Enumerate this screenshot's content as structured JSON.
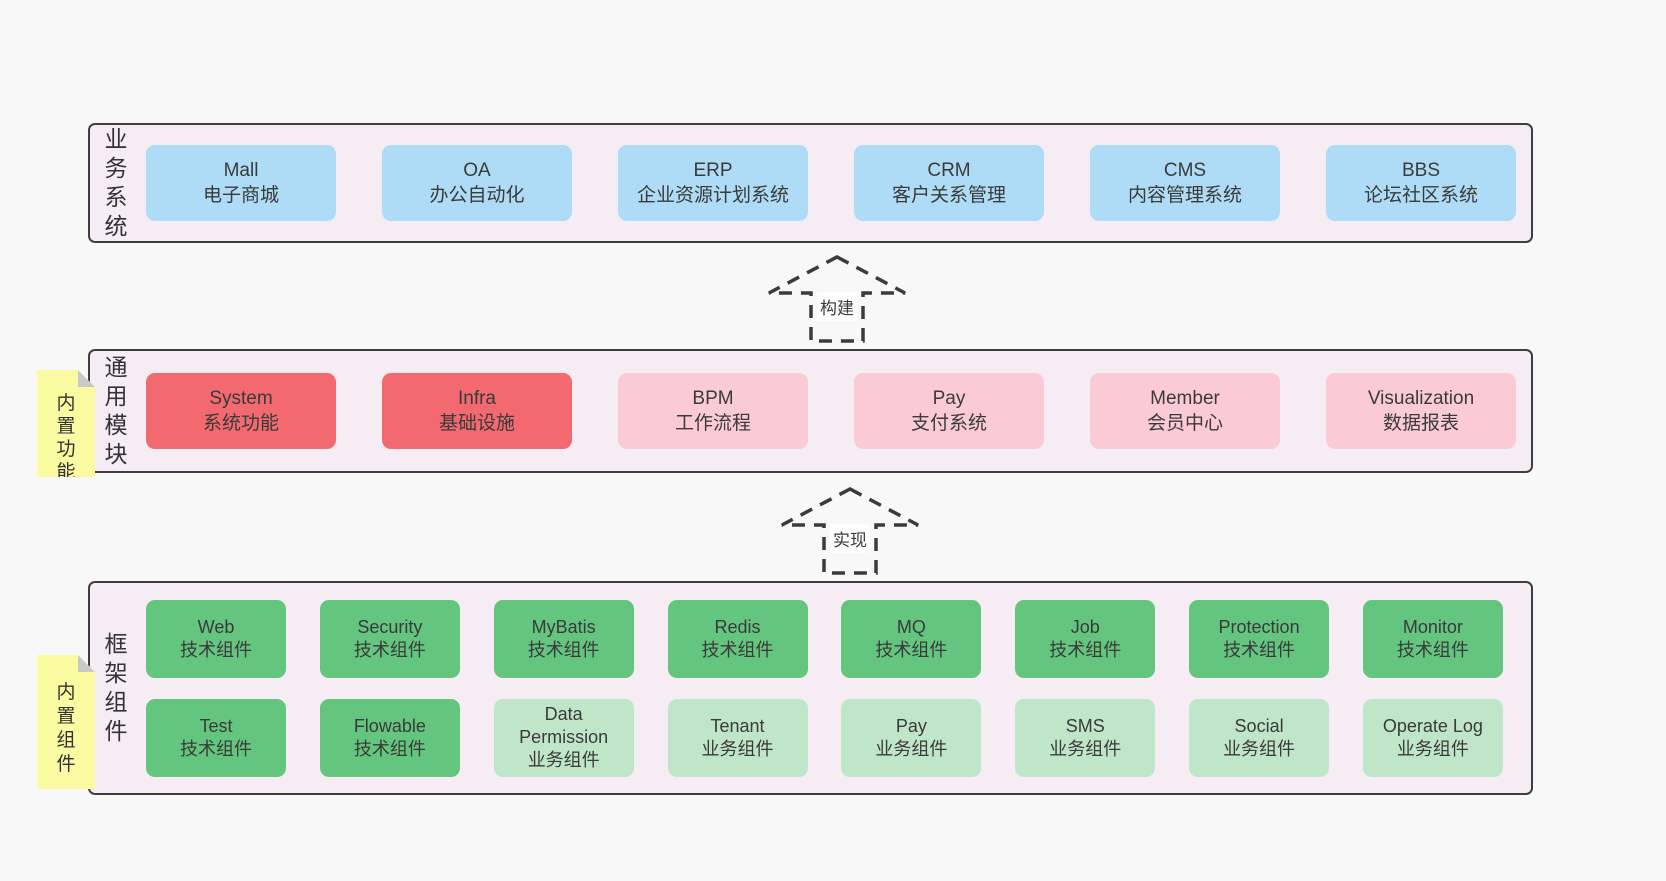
{
  "diagram_title": "framework-architecture-diagram",
  "colors": {
    "background": "#f8f8f8",
    "layer_fill": "#f6ecf4",
    "layer_border": "#3f3f3f",
    "box_blue": "#aedcf7",
    "box_red": "#f2696f",
    "box_pink": "#fbcbd5",
    "box_green": "#64c57e",
    "box_lightgreen": "#c0e6c9",
    "note_yellow": "#fafaa0",
    "note_fold_gray": "#c9c9c9",
    "text": "#3a3a3a"
  },
  "arrows": [
    {
      "label": "构建"
    },
    {
      "label": "实现"
    }
  ],
  "layers": [
    {
      "label": "业务系统",
      "boxes": [
        {
          "title": "Mall",
          "subtitle": "电子商城",
          "variant": "blue"
        },
        {
          "title": "OA",
          "subtitle": "办公自动化",
          "variant": "blue"
        },
        {
          "title": "ERP",
          "subtitle": "企业资源计划系统",
          "variant": "blue"
        },
        {
          "title": "CRM",
          "subtitle": "客户关系管理",
          "variant": "blue"
        },
        {
          "title": "CMS",
          "subtitle": "内容管理系统",
          "variant": "blue"
        },
        {
          "title": "BBS",
          "subtitle": "论坛社区系统",
          "variant": "blue"
        }
      ]
    },
    {
      "label": "通用模块",
      "note": "内置功能",
      "boxes": [
        {
          "title": "System",
          "subtitle": "系统功能",
          "variant": "red"
        },
        {
          "title": "Infra",
          "subtitle": "基础设施",
          "variant": "red"
        },
        {
          "title": "BPM",
          "subtitle": "工作流程",
          "variant": "pink"
        },
        {
          "title": "Pay",
          "subtitle": "支付系统",
          "variant": "pink"
        },
        {
          "title": "Member",
          "subtitle": "会员中心",
          "variant": "pink"
        },
        {
          "title": "Visualization",
          "subtitle": "数据报表",
          "variant": "pink"
        }
      ]
    },
    {
      "label": "框架组件",
      "note": "内置组件",
      "rows": [
        [
          {
            "title": "Web",
            "subtitle": "技术组件",
            "variant": "green"
          },
          {
            "title": "Security",
            "subtitle": "技术组件",
            "variant": "green"
          },
          {
            "title": "MyBatis",
            "subtitle": "技术组件",
            "variant": "green"
          },
          {
            "title": "Redis",
            "subtitle": "技术组件",
            "variant": "green"
          },
          {
            "title": "MQ",
            "subtitle": "技术组件",
            "variant": "green"
          },
          {
            "title": "Job",
            "subtitle": "技术组件",
            "variant": "green"
          },
          {
            "title": "Protection",
            "subtitle": "技术组件",
            "variant": "green"
          },
          {
            "title": "Monitor",
            "subtitle": "技术组件",
            "variant": "green"
          }
        ],
        [
          {
            "title": "Test",
            "subtitle": "技术组件",
            "variant": "green"
          },
          {
            "title": "Flowable",
            "subtitle": "技术组件",
            "variant": "green"
          },
          {
            "title": "Data Permission",
            "subtitle": "业务组件",
            "variant": "lightgreen"
          },
          {
            "title": "Tenant",
            "subtitle": "业务组件",
            "variant": "lightgreen"
          },
          {
            "title": "Pay",
            "subtitle": "业务组件",
            "variant": "lightgreen"
          },
          {
            "title": "SMS",
            "subtitle": "业务组件",
            "variant": "lightgreen"
          },
          {
            "title": "Social",
            "subtitle": "业务组件",
            "variant": "lightgreen"
          },
          {
            "title": "Operate Log",
            "subtitle": "业务组件",
            "variant": "lightgreen"
          }
        ]
      ]
    }
  ]
}
